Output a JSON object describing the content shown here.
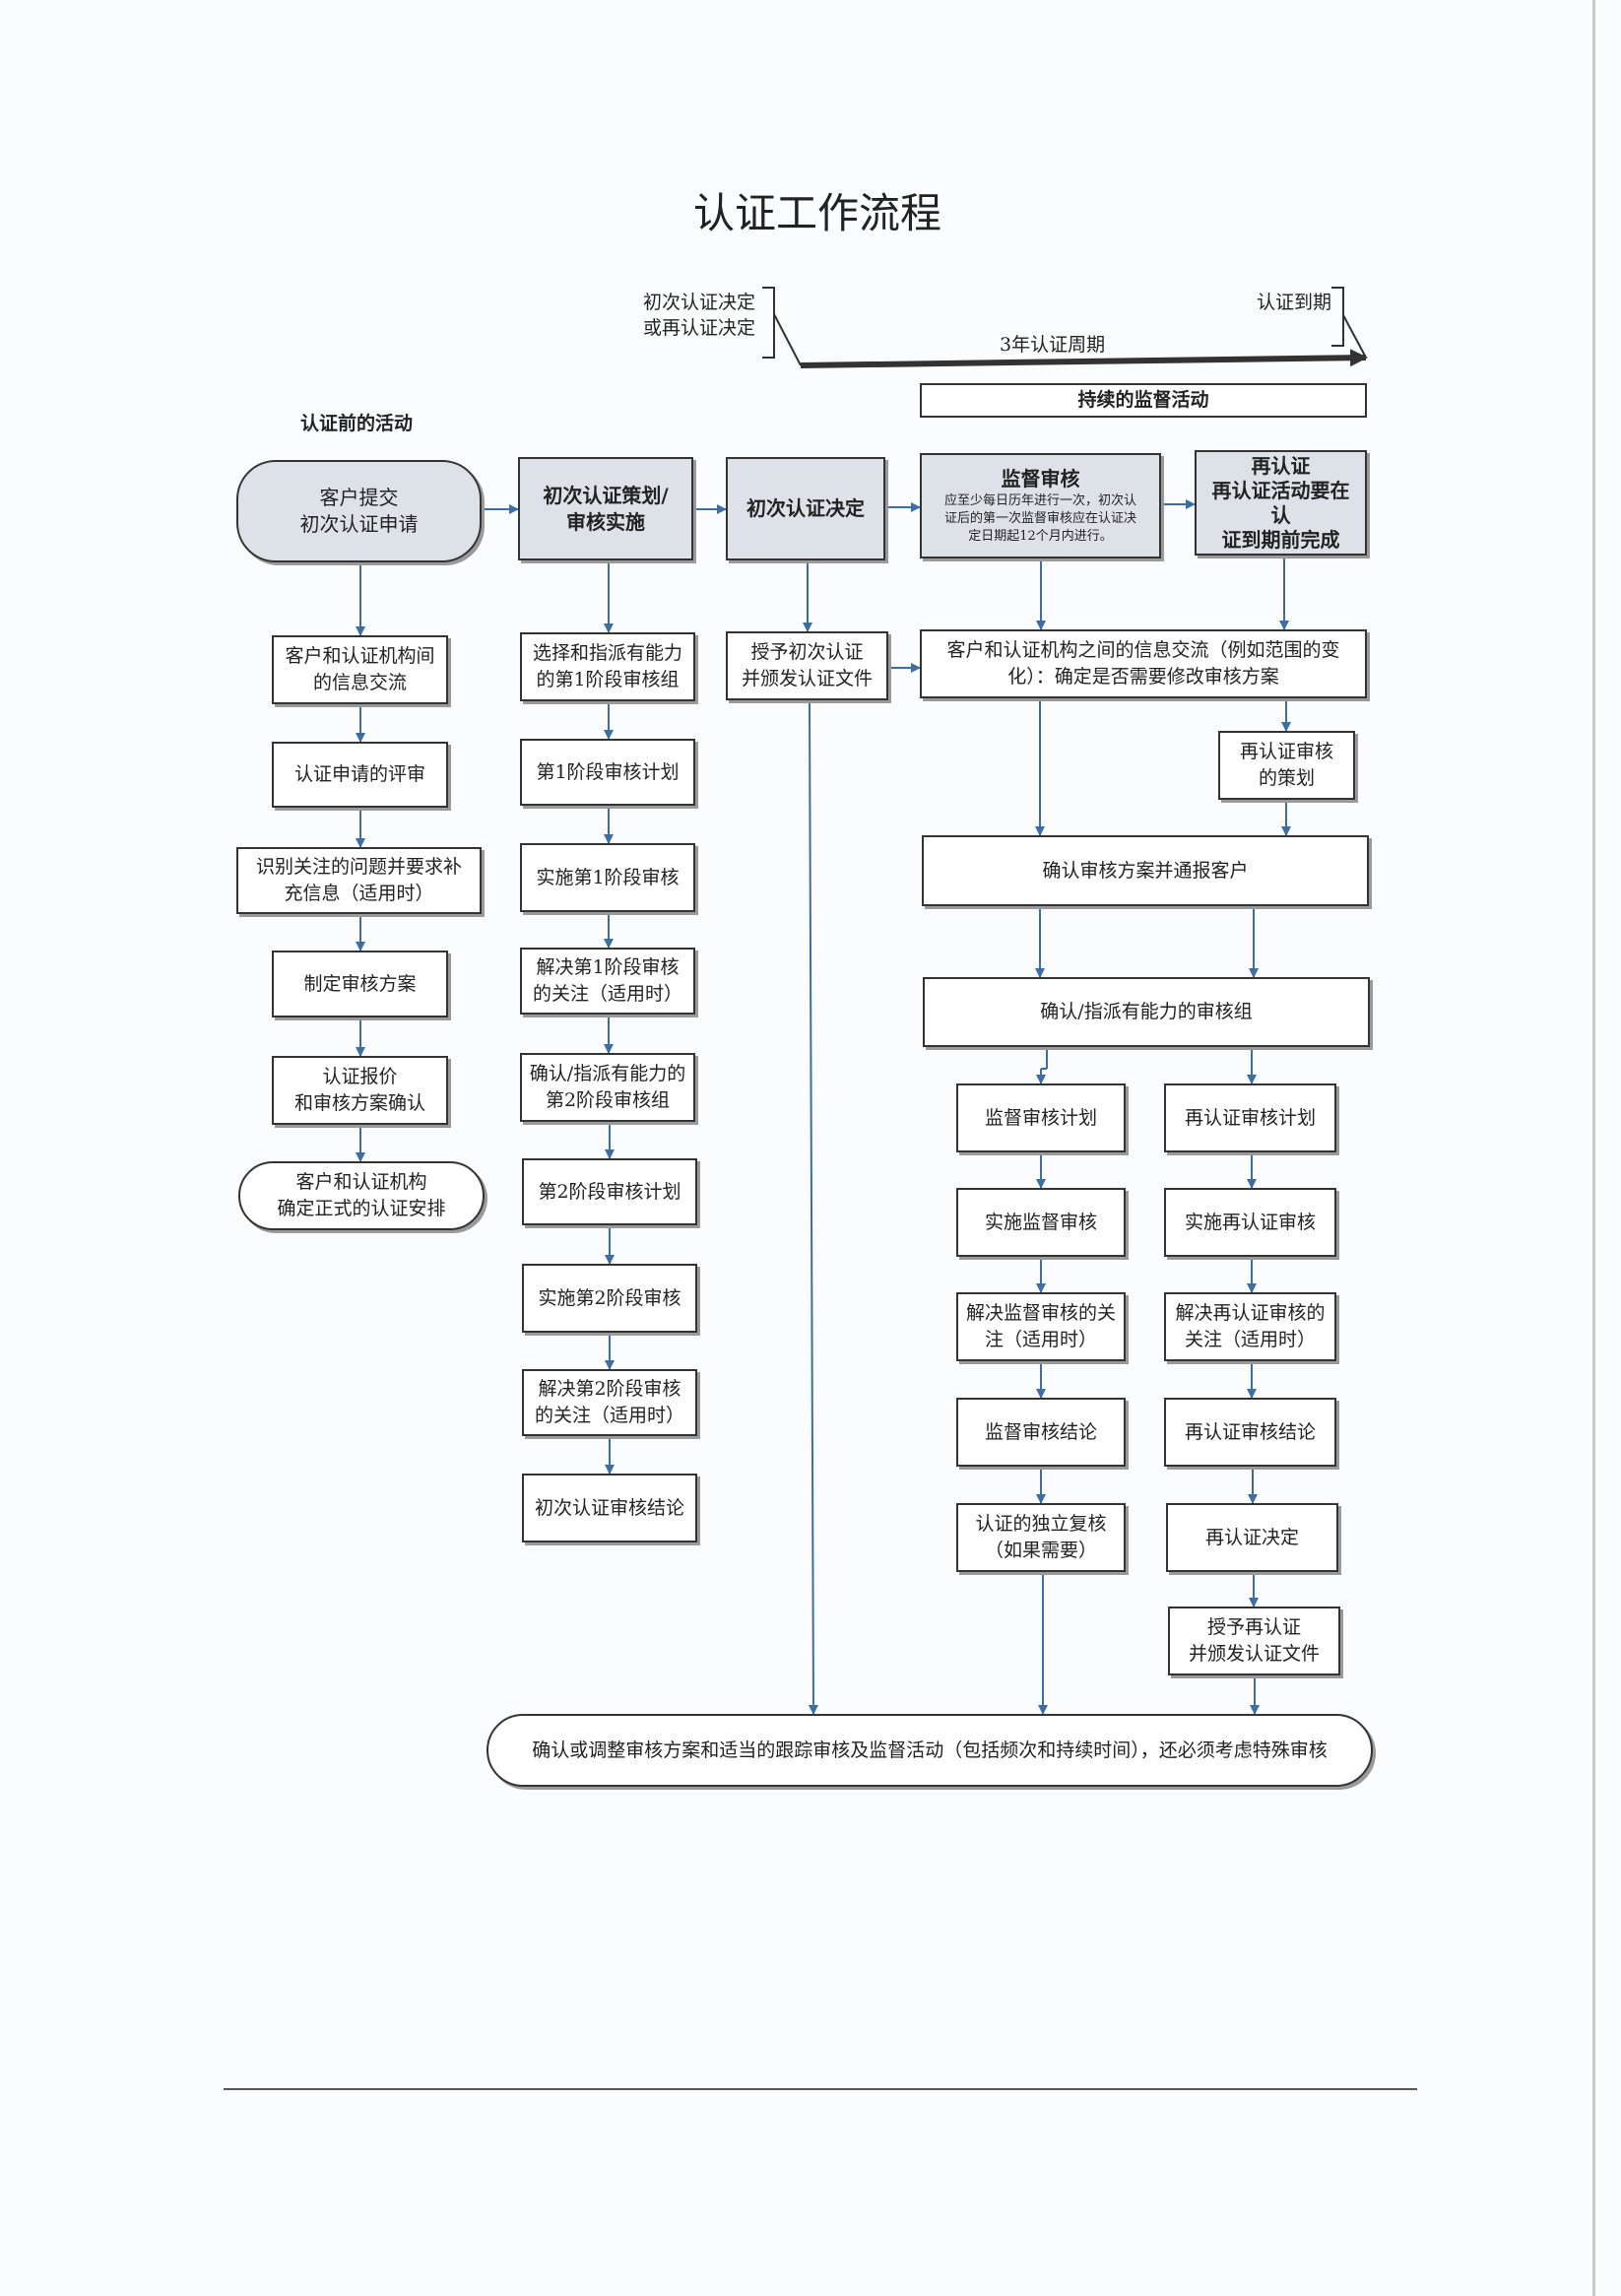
{
  "title": "认证工作流程",
  "timeline": {
    "start_label": "初次认证决定\n或再认证决定",
    "end_label": "认证到期",
    "cycle_label": "3年认证周期",
    "ongoing_label": "持续的监督活动"
  },
  "pre_activities": {
    "heading": "认证前的活动",
    "steps": [
      "客户和认证机构间\n的信息交流",
      "认证申请的评审",
      "识别关注的问题并要求补\n充信息（适用时）",
      "制定审核方案",
      "认证报价\n和审核方案确认",
      "客户和认证机构\n确定正式的认证安排"
    ]
  },
  "top_row": {
    "submit": "客户提交\n初次认证申请",
    "initial_plan": "初次认证策划/\n审核实施",
    "initial_decision": "初次认证决定",
    "surveillance_title": "监督审核",
    "surveillance_note": "应至少每日历年进行一次，初次认\n证后的第一次监督审核应在认证决\n定日期起12个月内进行。",
    "recert_title": "再认证\n再认证活动要在认\n证到期前完成"
  },
  "initial_audit": [
    "选择和指派有能力\n的第1阶段审核组",
    "第1阶段审核计划",
    "实施第1阶段审核",
    "解决第1阶段审核\n的关注（适用时）",
    "确认/指派有能力的\n第2阶段审核组",
    "第2阶段审核计划",
    "实施第2阶段审核",
    "解决第2阶段审核\n的关注（适用时）",
    "初次认证审核结论"
  ],
  "grant_initial": "授予初次认证\n并颁发认证文件",
  "info_exchange": "客户和认证机构之间的信息交流（例如范围的变\n化）：确定是否需要修改审核方案",
  "recert_planning": "再认证审核\n的策划",
  "confirm_programme": "确认审核方案并通报客户",
  "confirm_team": "确认/指派有能力的审核组",
  "surveillance_steps": [
    "监督审核计划",
    "实施监督审核",
    "解决监督审核的关\n注（适用时）",
    "监督审核结论",
    "认证的独立复核\n（如果需要）"
  ],
  "recert_steps": [
    "再认证审核计划",
    "实施再认证审核",
    "解决再认证审核的\n关注（适用时）",
    "再认证审核结论",
    "再认证决定",
    "授予再认证\n并颁发认证文件"
  ],
  "final_step": "确认或调整审核方案和适当的跟踪审核及监督活动（包括频次和持续时间），还必须考虑特殊审核",
  "colors": {
    "arrow": "#3a6ea5",
    "gray_box": "#dde2e8"
  }
}
